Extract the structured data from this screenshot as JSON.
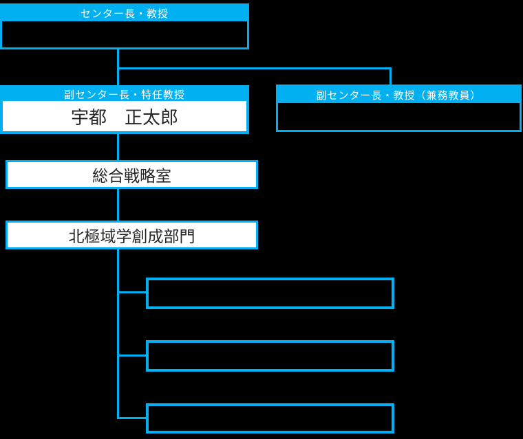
{
  "colors": {
    "accent": "#00b0f0",
    "background": "#000000",
    "header_text": "#ffffff",
    "name_text": "#262626",
    "box_white": "#ffffff"
  },
  "org_chart": {
    "director": {
      "title": "センター長・教授",
      "name": ""
    },
    "deputy_primary": {
      "title": "副センター長・特任教授",
      "name": "宇都　正太郎"
    },
    "deputy_secondary": {
      "title": "副センター長・教授（兼務教員）",
      "name": ""
    },
    "strategy_office": {
      "label": "総合戦略室"
    },
    "creation_division": {
      "label": "北極域学創成部門"
    },
    "subunits": [
      {
        "label": ""
      },
      {
        "label": ""
      },
      {
        "label": ""
      }
    ]
  }
}
